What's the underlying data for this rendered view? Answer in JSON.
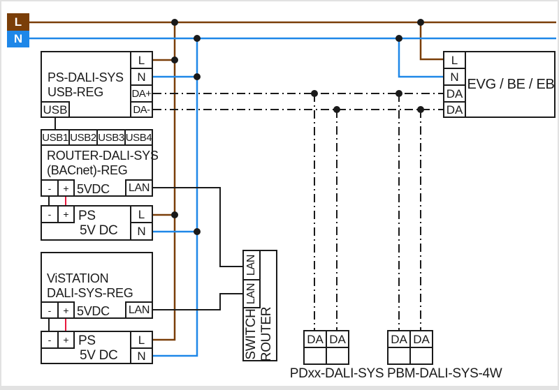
{
  "colors": {
    "phase_brown": "#7a3e08",
    "neutral_blue": "#1e87e8",
    "plus_red": "#e8173c",
    "wire_black": "#1a1a1a"
  },
  "mains": {
    "l": "L",
    "n": "N"
  },
  "psu_dali": {
    "title1": "PS-DALI-SYS",
    "title2": "USB-REG",
    "usb": "USB",
    "t_l": "L",
    "t_n": "N",
    "t_dap": "DA+",
    "t_dam": "DA-"
  },
  "usb_ports": [
    "USB1",
    "USB2",
    "USB3",
    "USB4"
  ],
  "router": {
    "title1": "ROUTER-DALI-SYS",
    "title2": "(BACnet)-REG",
    "t_minus": "-",
    "t_plus": "+",
    "supply": "5VDC",
    "lan": "LAN"
  },
  "ps1": {
    "name": "PS",
    "volt": "5V DC",
    "t_minus": "-",
    "t_plus": "+",
    "t_l": "L",
    "t_n": "N"
  },
  "vistation": {
    "title1": "ViSTATION",
    "title2": "DALI-SYS-REG",
    "t_minus": "-",
    "t_plus": "+",
    "supply": "5VDC",
    "lan": "LAN"
  },
  "ps2": {
    "name": "PS",
    "volt": "5V DC",
    "t_minus": "-",
    "t_plus": "+",
    "t_l": "L",
    "t_n": "N"
  },
  "switch": {
    "lan1": "LAN",
    "lan2": "LAN",
    "title1": "SWITCH",
    "title2": "ROUTER"
  },
  "evg": {
    "title": "EVG / BE / EB",
    "t_l": "L",
    "t_n": "N",
    "t_da1": "DA",
    "t_da2": "DA"
  },
  "pdxx": {
    "label": "PDxx-DALI-SYS",
    "t_da1": "DA",
    "t_da2": "DA"
  },
  "pbm": {
    "label": "PBM-DALI-SYS-4W",
    "t_da1": "DA",
    "t_da2": "DA"
  }
}
